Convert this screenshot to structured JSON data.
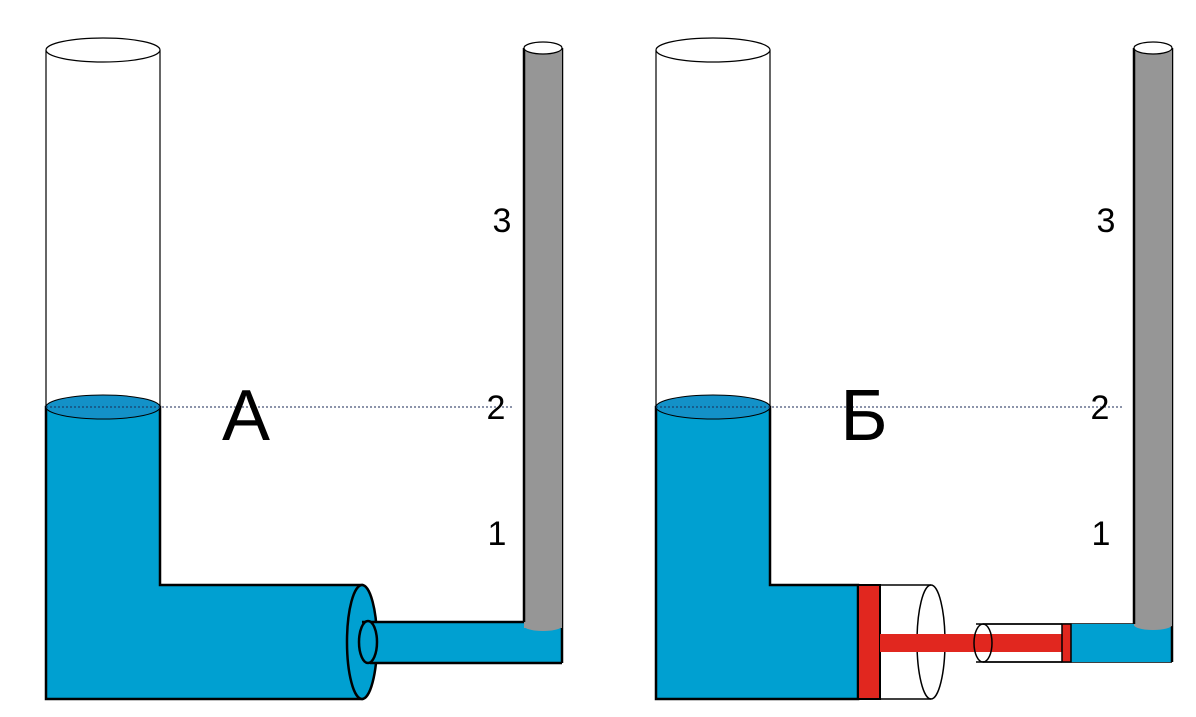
{
  "colors": {
    "water": "#00a0d1",
    "water_surface": "#1391c8",
    "rod": "#969696",
    "piston": "#e1271f",
    "stroke": "#000000",
    "background": "#ffffff"
  },
  "diagrams": [
    {
      "id": "A",
      "label": "А",
      "scale": [
        "1",
        "2",
        "3"
      ]
    },
    {
      "id": "B",
      "label": "Б",
      "scale": [
        "1",
        "2",
        "3"
      ]
    }
  ]
}
